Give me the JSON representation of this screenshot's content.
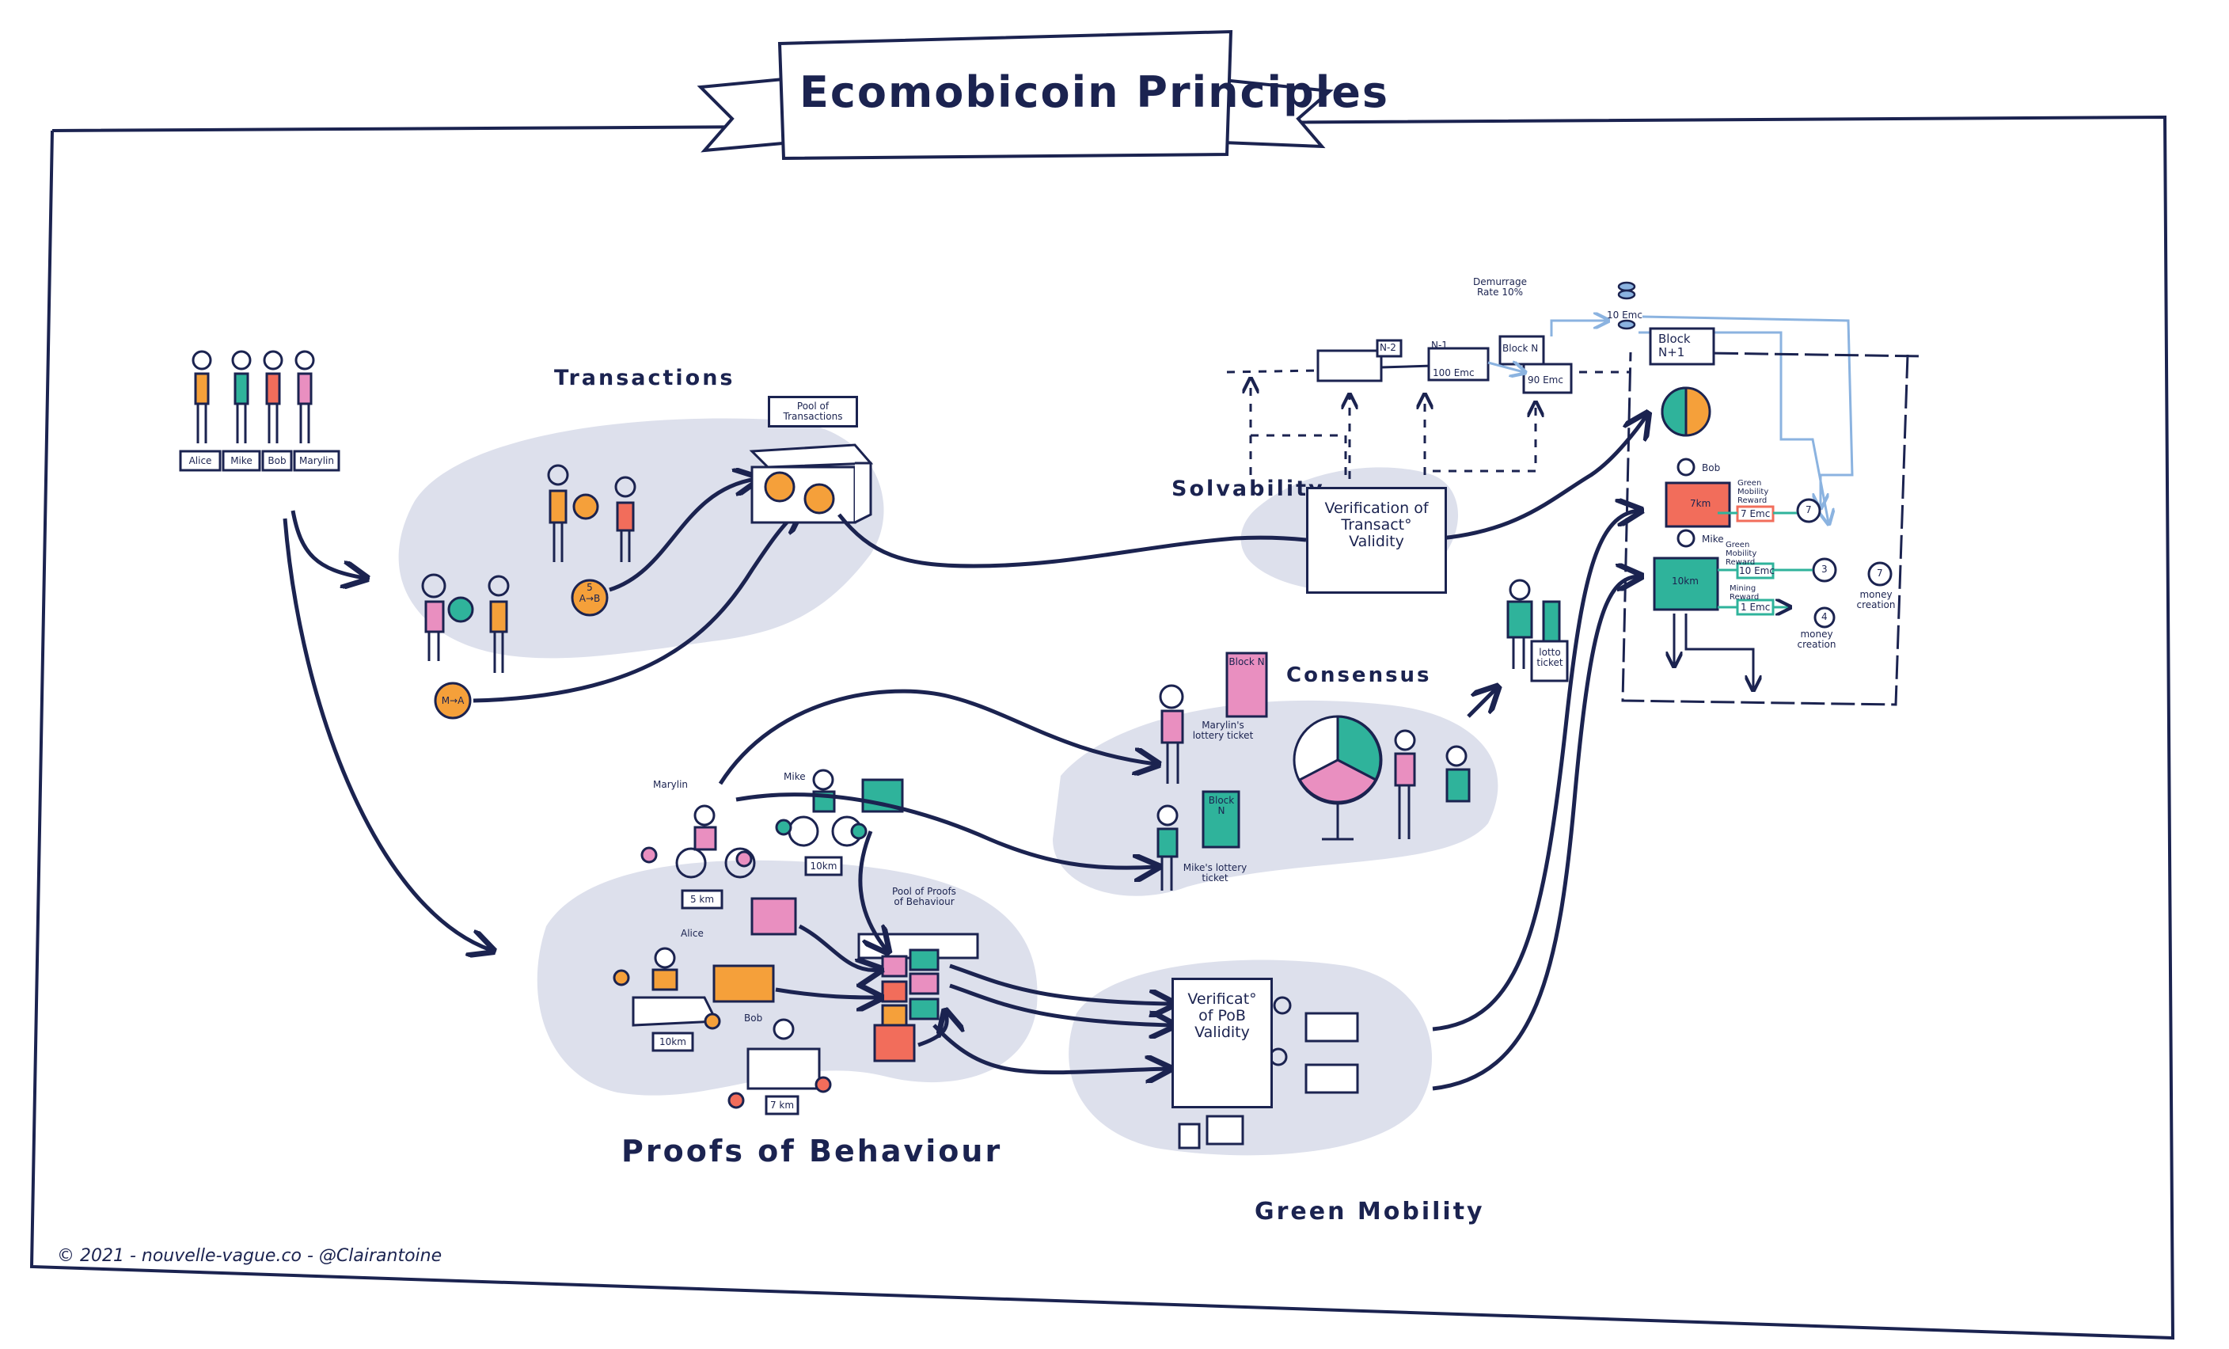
{
  "title": "Ecomobicoin Principles",
  "sections": {
    "transactions": "Transactions",
    "solvability": "Solvability",
    "consensus": "Consensus",
    "proofs_of_behaviour": "Proofs of Behaviour",
    "green_mobility": "Green Mobility"
  },
  "people": [
    "Alice",
    "Mike",
    "Bob",
    "Marylin"
  ],
  "transactions": {
    "pool_label": "Pool of Transactions",
    "coin_ab_top": "5",
    "coin_ab": "A→B",
    "coin_mb": "M→A",
    "verification": "Verification of Transact° Validity"
  },
  "blockchain": {
    "demurrage": "Demurrage Rate 10%",
    "block_n2": "N-2",
    "block_n1": "N-1",
    "block_n": "Block N",
    "block_n1_next": "Block N+1",
    "amount_100": "100 Emc",
    "amount_90": "90 Emc",
    "amount_10": "10 Emc"
  },
  "rewards": {
    "bob": "Bob",
    "mike": "Mike",
    "bob_km": "7km",
    "mike_km": "10km",
    "green_reward_label": "Green Mobility Reward",
    "bob_reward": "7 Emc",
    "mike_reward": "10 Emc",
    "mining_reward_label": "Mining Reward",
    "mining_reward": "1 Emc",
    "money_creation": "money creation",
    "coin_3": "3",
    "coin_7": "7",
    "coin_4": "4"
  },
  "consensus": {
    "marylin_ticket": "Marylin's lottery ticket",
    "mike_ticket": "Mike's lottery ticket",
    "lotto_ticket": "lotto ticket",
    "block_n": "Block N"
  },
  "pob": {
    "marylin": "Marylin",
    "mike": "Mike",
    "alice": "Alice",
    "bob": "Bob",
    "d_marylin": "5 km",
    "d_mike": "10km",
    "d_alice": "10km",
    "d_bob": "7 km",
    "pool_label": "Pool of Proofs of Behaviour",
    "verification": "Verificat° of PoB Validity"
  },
  "footer": "© 2021 - nouvelle-vague.co - @Clairantoine",
  "colors": {
    "ink": "#1b2350",
    "blob": "#dde0ec",
    "orange": "#f5a03a",
    "pink": "#e98fc0",
    "teal": "#2fb39b",
    "blue": "#8bb3e0"
  }
}
